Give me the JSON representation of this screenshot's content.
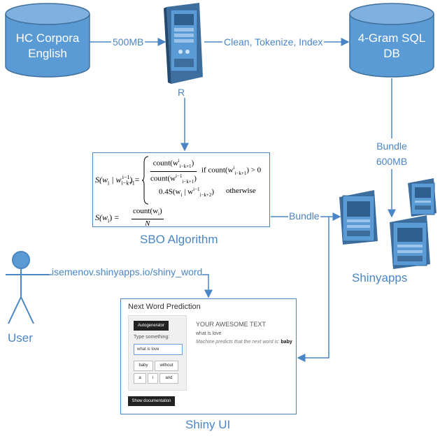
{
  "nodes": {
    "corpora": "HC Corpora\nEnglish",
    "server": "R",
    "sqldb": "4-Gram SQL\nDB",
    "algorithm": "SBO Algorithm",
    "shinyapps": "Shinyapps",
    "user": "User",
    "shiny_ui": "Shiny UI"
  },
  "edges": {
    "size_500": "500MB",
    "clean": "Clean, Tokenize, Index",
    "bundle_600": "Bundle\n600MB",
    "bundle": "Bundle",
    "url": "isemenov.shinyapps.io/shiny_word"
  },
  "formula": {
    "lhs1": "S(w",
    "lhs1b": " | w",
    "count": "count(w",
    "if_text": "if  count(w",
    "gt0": ") > 0",
    "backoff": "0.4S(w",
    "otherwise": "otherwise",
    "unigram_lhs": "S(w",
    "N": "N"
  },
  "app": {
    "title": "Next Word Prediction",
    "autogen": "Autogenerator",
    "type_label": "Type something:",
    "input_value": "what is love",
    "suggestions": [
      "baby",
      "without",
      "a",
      "i",
      "and"
    ],
    "show_doc": "Show documentation",
    "heading": "YOUR AWESOME TEXT",
    "echo": "what is love",
    "predict_prefix": "Machine predicts that the next word is: ",
    "predict_word": "baby"
  },
  "colors": {
    "accent": "#4a86c5",
    "fill": "#5b9bd5",
    "dark": "#2e5f8f"
  }
}
